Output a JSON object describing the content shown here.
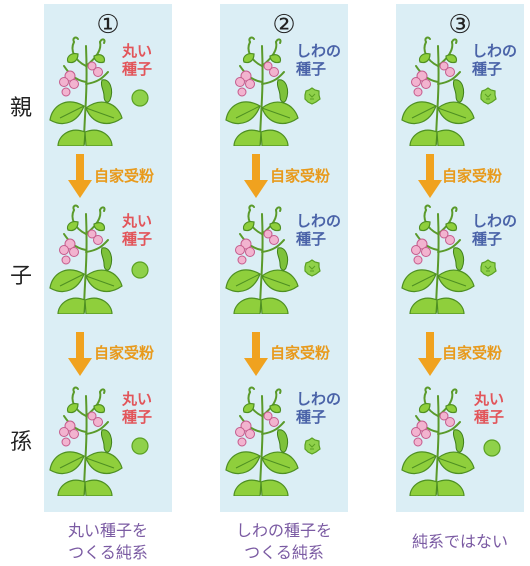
{
  "columns": [
    {
      "number": "①",
      "caption_line1": "丸い種子を",
      "caption_line2": "つくる純系",
      "rows": [
        {
          "label1": "丸い",
          "label2": "種子",
          "type": "round"
        },
        {
          "label1": "丸い",
          "label2": "種子",
          "type": "round"
        },
        {
          "label1": "丸い",
          "label2": "種子",
          "type": "round"
        }
      ]
    },
    {
      "number": "②",
      "caption_line1": "しわの種子を",
      "caption_line2": "つくる純系",
      "rows": [
        {
          "label1": "しわの",
          "label2": "種子",
          "type": "wrinkled"
        },
        {
          "label1": "しわの",
          "label2": "種子",
          "type": "wrinkled"
        },
        {
          "label1": "しわの",
          "label2": "種子",
          "type": "wrinkled"
        }
      ]
    },
    {
      "number": "③",
      "caption_line1": "純系ではない",
      "caption_line2": "",
      "rows": [
        {
          "label1": "しわの",
          "label2": "種子",
          "type": "wrinkled"
        },
        {
          "label1": "しわの",
          "label2": "種子",
          "type": "wrinkled"
        },
        {
          "label1": "丸い",
          "label2": "種子",
          "type": "round"
        }
      ]
    }
  ],
  "generations": [
    "親",
    "子",
    "孫"
  ],
  "arrow_label": "自家受粉",
  "colors": {
    "round_text": "#e2555a",
    "wrinkled_text": "#4a63a8",
    "arrow": "#f0a21f",
    "caption": "#7b5ba3",
    "column_bg": "#dbeef5"
  }
}
